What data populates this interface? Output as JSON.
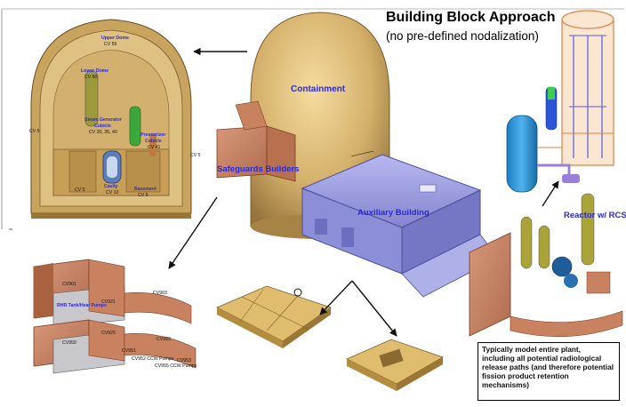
{
  "title": "Building Block Approach",
  "subtitle": "(no pre-defined nodalization)",
  "buildings": {
    "containment": "Containment",
    "safeguards": "Safeguards Builders",
    "auxiliary": "Auxiliary Building",
    "reactor": "Reactor w/ RCS"
  },
  "cutaway": {
    "upper_dome": "Upper Dome",
    "upper_dome_cv": "CV 55",
    "lower_dome": "Lower Dome",
    "lower_dome_cv": "CV 50",
    "steam_generator": "Steam Generator",
    "cubicle": "Cubicle",
    "sg_cvs": "CV 30, 35, 40",
    "pressurizer": "Pressurizer",
    "pressurizer_cubicle": "Cubicle",
    "pressurizer_cv": "CV 41",
    "cavity": "Cavity",
    "cavity_cv": "CV 10",
    "basement": "Basement",
    "basement_cv": "CV 5",
    "left_cv": "CV 5",
    "right_cv": "CV 5",
    "floor_cv": "CV 5"
  },
  "safeguards_detail": {
    "labels": [
      "CV901",
      "CV921",
      "CV950",
      "CV925",
      "CV903",
      "CV923",
      "CV951",
      "CV953"
    ],
    "rwst": "RHR Tank/Heat Pumps",
    "pumps": [
      "CV952 CCW Pumps",
      "CV955 CCW Pumps"
    ]
  },
  "note": "Typically model entire plant, including all potential radiological release paths (and therefore potential fission product retention mechanisms)"
}
